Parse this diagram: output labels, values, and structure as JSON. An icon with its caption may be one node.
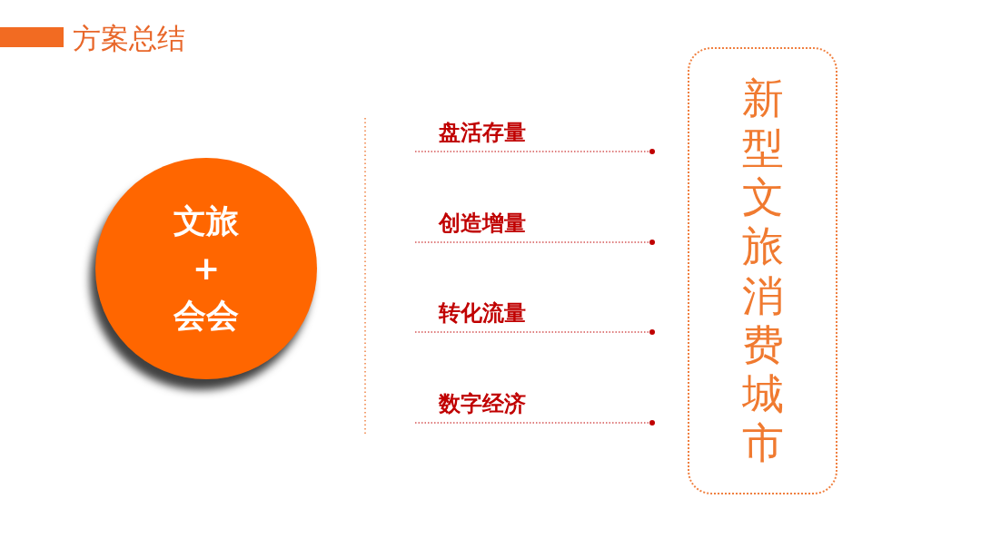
{
  "diagram": {
    "title": "方案总结",
    "nodes": [
      {
        "text": [
          "文旅",
          "+",
          "会会"
        ]
      },
      {
        "text": [
          "新型文旅消费城市"
        ]
      }
    ],
    "labels": [
      "盘活存量",
      "创造增量",
      "转化流量",
      "数字经济"
    ]
  }
}
